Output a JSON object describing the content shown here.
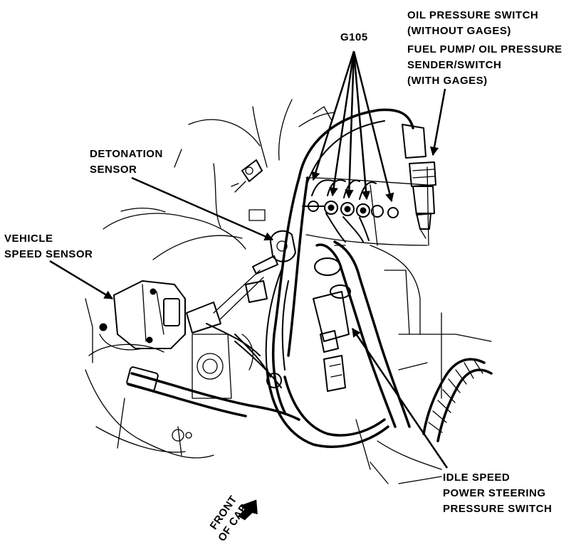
{
  "labels": {
    "g105": "G105",
    "oil_switch_1": "OIL PRESSURE SWITCH",
    "oil_switch_2": "(WITHOUT GAGES)",
    "oil_switch_3": "FUEL PUMP/ OIL PRESSURE",
    "oil_switch_4": "SENDER/SWITCH",
    "oil_switch_5": "(WITH GAGES)",
    "detonation_1": "DETONATION",
    "detonation_2": "SENSOR",
    "vss_1": "VEHICLE",
    "vss_2": "SPEED SENSOR",
    "idle_1": "IDLE SPEED",
    "idle_2": "POWER STEERING",
    "idle_3": "PRESSURE SWITCH",
    "front_1": "FRONT",
    "front_2": "OF CAR"
  },
  "colors": {
    "ink": "#000000",
    "paper": "#ffffff"
  }
}
